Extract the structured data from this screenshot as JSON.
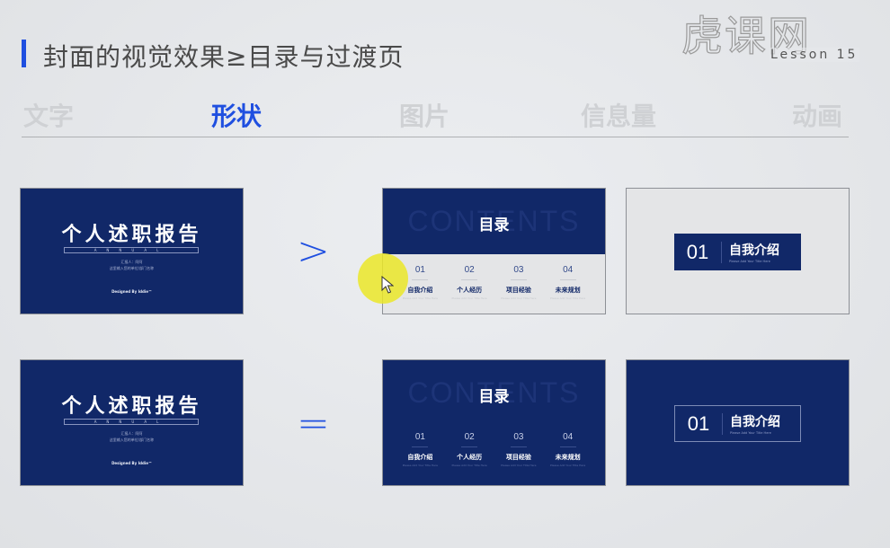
{
  "header": {
    "title": "封面的视觉效果≥目录与过渡页",
    "logo_text": "虎课网",
    "lesson": "Lesson 15",
    "accent_color": "#1f4fe0"
  },
  "tabs": [
    {
      "label": "文字",
      "active": false
    },
    {
      "label": "形状",
      "active": true
    },
    {
      "label": "图片",
      "active": false
    },
    {
      "label": "信息量",
      "active": false
    },
    {
      "label": "动画",
      "active": false
    }
  ],
  "operators": {
    "row1": ">",
    "row2": "="
  },
  "cover": {
    "title": "个人述职报告",
    "subtitle": "ANNUAL WORK REPORT",
    "reporter": "汇报人：阿阿",
    "dept": "这里输入您的单位/部门名称",
    "designed": "Designed By Iddie™"
  },
  "contents": {
    "bg_text": "CONTENTS",
    "title": "目录",
    "items": [
      {
        "num": "01",
        "label": "自我介绍",
        "sub": "Please Add Your Title Here"
      },
      {
        "num": "02",
        "label": "个人经历",
        "sub": "Please Add Your Title Here"
      },
      {
        "num": "03",
        "label": "项目经验",
        "sub": "Please Add Your Title Here"
      },
      {
        "num": "04",
        "label": "未来规划",
        "sub": "Please Add Your Title Here"
      }
    ]
  },
  "section": {
    "num": "01",
    "title": "自我介绍",
    "sub": "Please Add Your Title Here"
  },
  "colors": {
    "navy": "#112868",
    "slide_grey": "#e4e5e7"
  }
}
